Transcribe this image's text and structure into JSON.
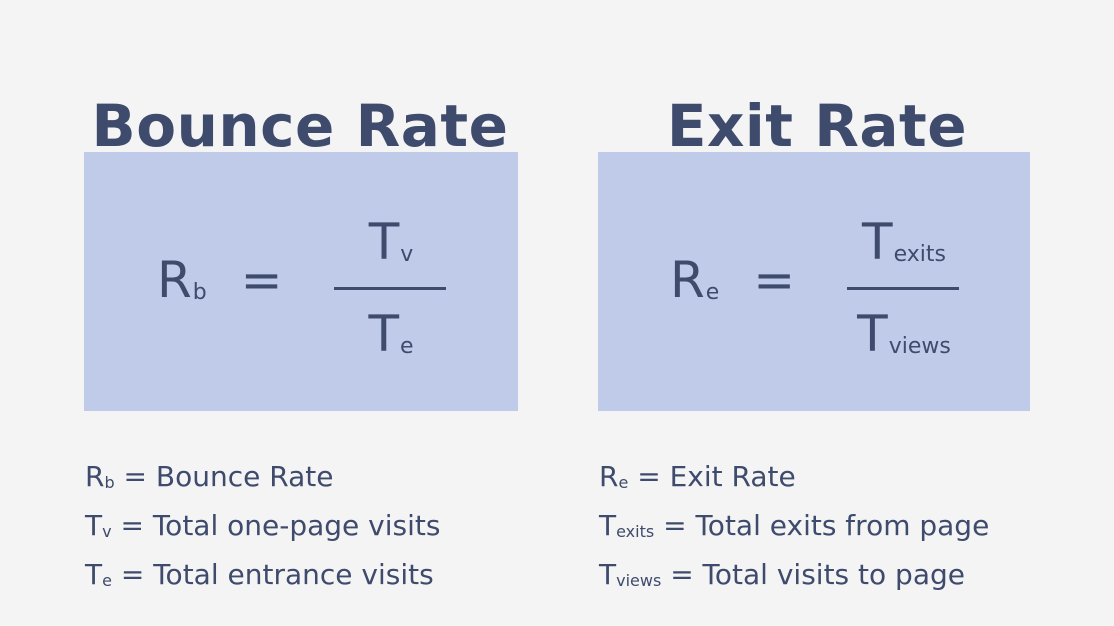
{
  "bounce": {
    "title": "Bounce Rate",
    "formula": {
      "lhs_symbol": "R",
      "lhs_sub": "b",
      "equals": "=",
      "num_symbol": "T",
      "num_sub": "v",
      "den_symbol": "T",
      "den_sub": "e"
    },
    "legend": [
      {
        "symbol": "R",
        "sub": "b",
        "text": " = Bounce Rate"
      },
      {
        "symbol": "T",
        "sub": "v",
        "text": " = Total one-page visits"
      },
      {
        "symbol": "T",
        "sub": "e",
        "text": " = Total entrance visits"
      }
    ]
  },
  "exit": {
    "title": "Exit Rate",
    "formula": {
      "lhs_symbol": "R",
      "lhs_sub": "e",
      "equals": "=",
      "num_symbol": "T",
      "num_sub": "exits",
      "den_symbol": "T",
      "den_sub": "views"
    },
    "legend": [
      {
        "symbol": "R",
        "sub": "e",
        "text": " = Exit Rate"
      },
      {
        "symbol": "T",
        "sub": "exits",
        "text": " = Total exits from page"
      },
      {
        "symbol": "T",
        "sub": "views",
        "text": " = Total visits to page"
      }
    ]
  },
  "colors": {
    "background": "#f4f4f5",
    "text": "#3f4b6c",
    "box": "#c0cae9"
  }
}
